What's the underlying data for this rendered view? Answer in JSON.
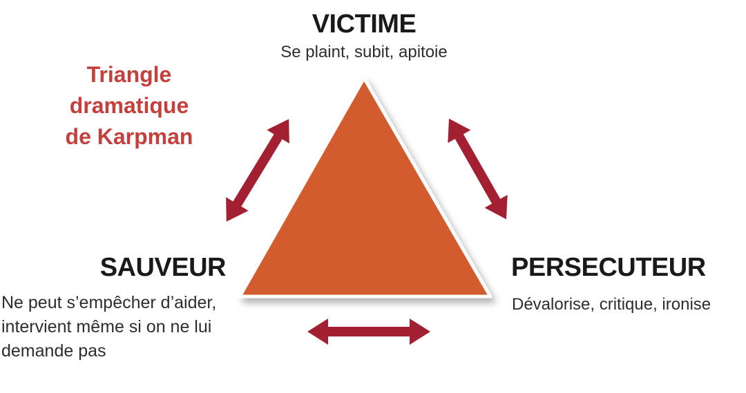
{
  "title": {
    "text": "Triangle\ndramatique\nde Karpman"
  },
  "nodes": {
    "victime": {
      "label": "VICTIME",
      "description": "Se plaint, subit, apitoie"
    },
    "sauveur": {
      "label": "SAUVEUR",
      "description": "Ne peut s’empêcher d’aider,\nintervient même si on ne lui\ndemande pas"
    },
    "persecuteur": {
      "label": "PERSECUTEUR",
      "description": "Dévalorise, critique, ironise"
    }
  },
  "colors": {
    "triangle_fill": "#d35b2d",
    "triangle_rim": "#ffffff",
    "arrow": "#a32033",
    "title_text": "#c4403d",
    "label_text": "#1a1a1a"
  }
}
